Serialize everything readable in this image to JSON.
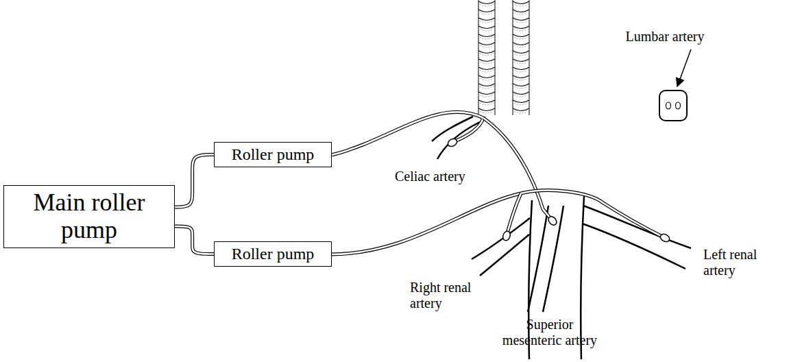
{
  "diagram": {
    "nodes": [
      {
        "text": [
          "Main roller pump"
        ]
      },
      {
        "text": [
          "Roller pump"
        ]
      },
      {
        "text": [
          "Roller pump"
        ]
      }
    ],
    "edges": [
      {
        "from": 0,
        "to": 1,
        "arrow": "none"
      },
      {
        "from": 0,
        "to": 2,
        "arrow": "none"
      }
    ],
    "labels": [
      "Lumbar artery",
      "Celiac artery",
      "Right renal artery",
      "Superior mesenteric artery",
      "Left renal artery"
    ]
  }
}
